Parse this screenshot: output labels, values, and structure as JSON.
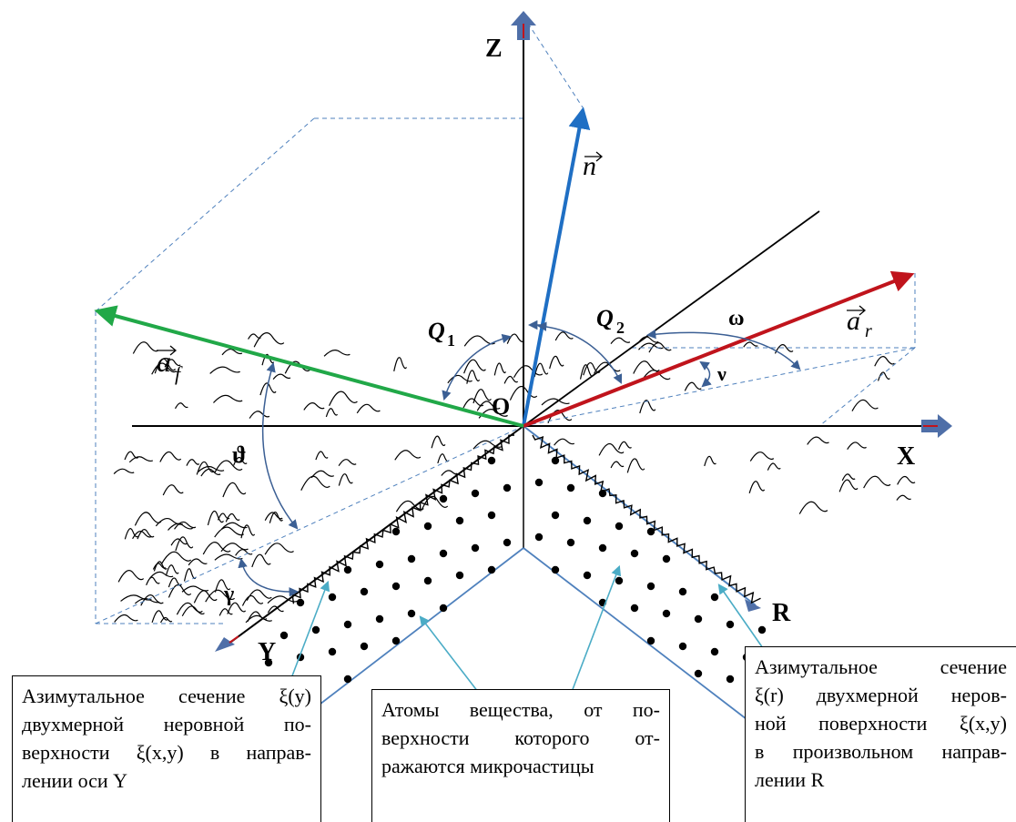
{
  "axes": {
    "z": "Z",
    "x": "X",
    "y": "Y",
    "r": "R",
    "origin": "O"
  },
  "vectors": {
    "n": "n",
    "a_f": "a",
    "a_f_sub": "f",
    "a_r": "a",
    "a_r_sub": "r"
  },
  "angles": {
    "q1": "Q",
    "q1_sub": "1",
    "q2": "Q",
    "q2_sub": "2",
    "omega": "ω",
    "nu": "ν",
    "theta": "ϑ",
    "gamma": "γ"
  },
  "boxes": {
    "left": [
      "Азимутальное сечение ξ(y)",
      "двухмерной неровной по-",
      "верхности ξ(x,y) в направ-",
      "лении оси Y"
    ],
    "middle": [
      "Атомы вещества, от по-",
      "верхности которого от-",
      "ражаются микрочастицы"
    ],
    "right": [
      "Азимутальное сечение",
      "ξ(r) двухмерной неров-",
      "ной поверхности ξ(x,y)",
      "в произвольном направ-",
      "лении R"
    ]
  },
  "colors": {
    "normal": "#1f6fc4",
    "reflected": "#c0141c",
    "incident": "#21a848",
    "guide": "#4f81bd",
    "pointer": "#4bacc6",
    "axis": "#000000"
  }
}
